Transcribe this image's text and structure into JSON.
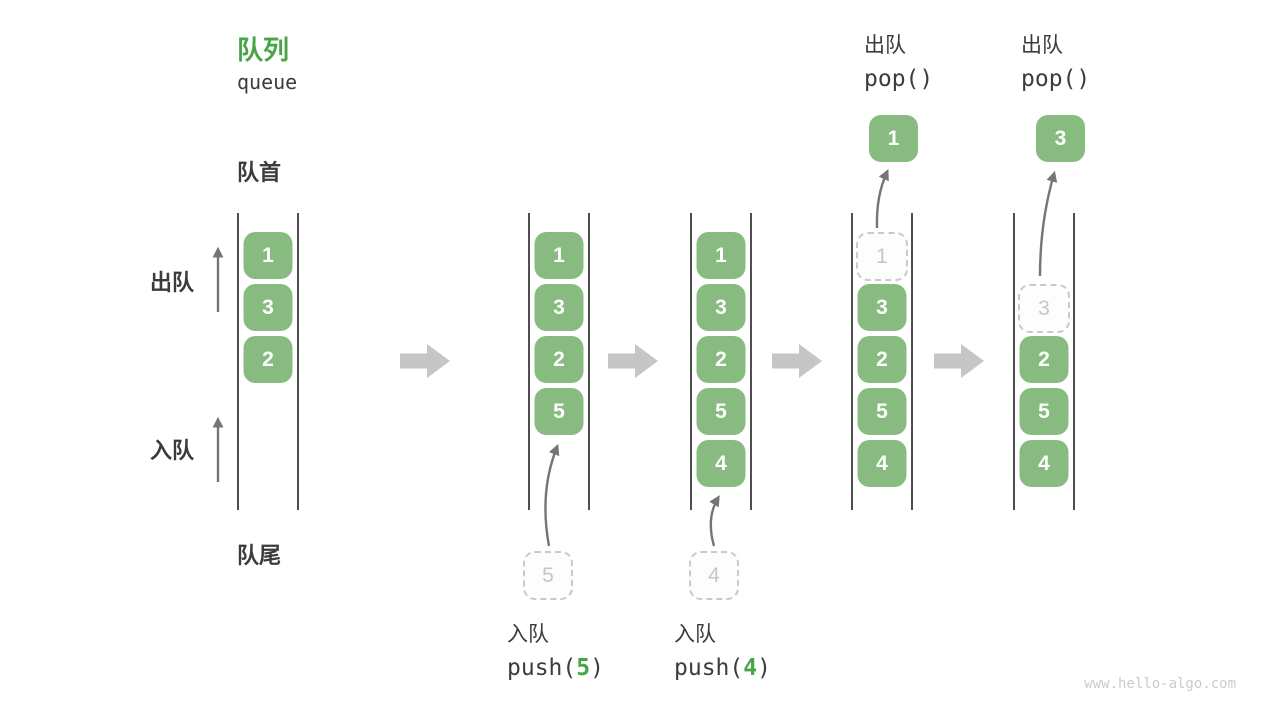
{
  "header": {
    "title_zh": "队列",
    "title_en": "queue"
  },
  "side_labels": {
    "front": "队首",
    "rear": "队尾",
    "dequeue": "出队",
    "enqueue": "入队"
  },
  "operations": {
    "pop1": {
      "label_zh": "出队",
      "code": "pop()"
    },
    "pop2": {
      "label_zh": "出队",
      "code": "pop()"
    },
    "push5": {
      "label_zh": "入队",
      "code_before": "push(",
      "arg": "5",
      "code_after": ")"
    },
    "push4": {
      "label_zh": "入队",
      "code_before": "push(",
      "arg": "4",
      "code_after": ")"
    }
  },
  "queues": [
    {
      "name": "state-1",
      "items": [
        "1",
        "3",
        "2"
      ]
    },
    {
      "name": "state-2",
      "items": [
        "1",
        "3",
        "2",
        "5"
      ],
      "incoming": "5"
    },
    {
      "name": "state-3",
      "items": [
        "1",
        "3",
        "2",
        "5",
        "4"
      ],
      "incoming": "4"
    },
    {
      "name": "state-4",
      "items": [
        "3",
        "2",
        "5",
        "4"
      ],
      "ghost": "1",
      "popped": "1"
    },
    {
      "name": "state-5",
      "items": [
        "2",
        "5",
        "4"
      ],
      "ghost": "3",
      "popped": "3"
    }
  ],
  "watermark": "www.hello-algo.com",
  "colors": {
    "box_green": "#87bb80",
    "accent_green": "#46a546",
    "block_arrow_gray": "#c6c6c6",
    "thin_arrow_gray": "#757575",
    "ghost_gray": "#c9c9c9",
    "queue_line_gray": "#4e4e4e",
    "text_dark": "#3b3b3b",
    "watermark_gray": "#cbcbcb"
  }
}
